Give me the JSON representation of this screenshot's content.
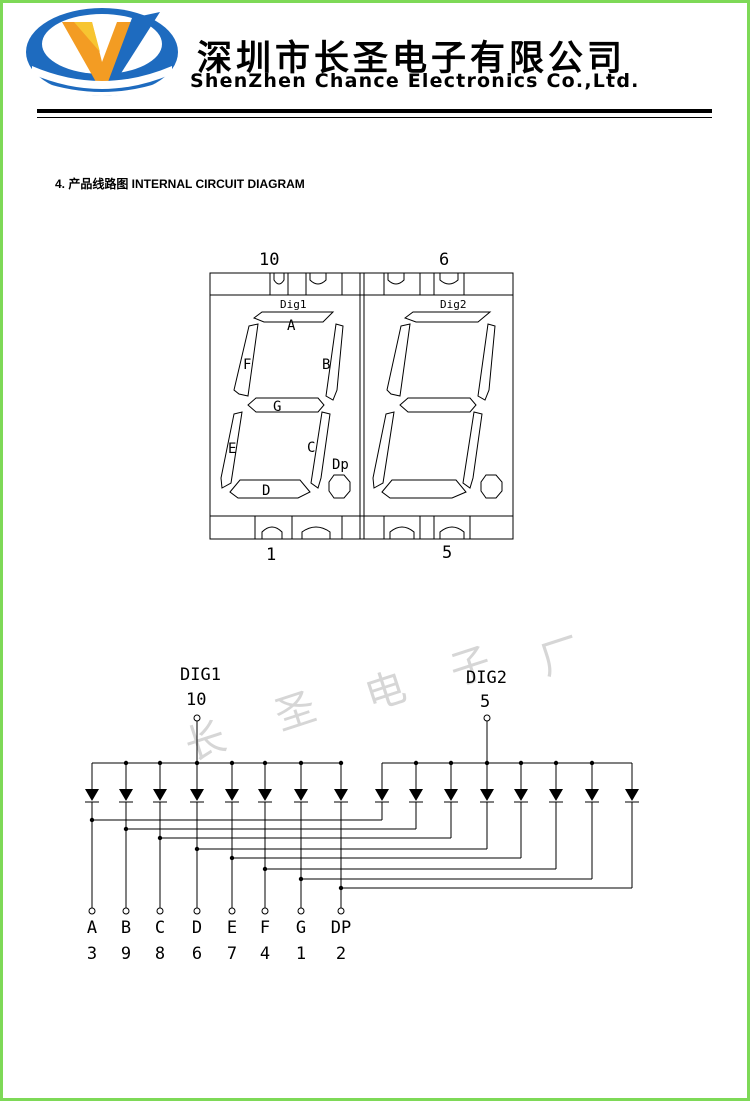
{
  "header": {
    "company_cn": "深圳市长圣电子有限公司",
    "company_en": "ShenZhen Chance Electronics Co.,Ltd.",
    "logo_colors": {
      "blue": "#1e6bbf",
      "orange": "#f39c23",
      "yellow": "#f7c531"
    }
  },
  "section_title": "4. 产品线路图 INTERNAL CIRCUIT DIAGRAM",
  "package": {
    "pin_top_left": "10",
    "pin_top_right": "6",
    "pin_bottom_left": "1",
    "pin_bottom_right": "5",
    "digit1_label": "Dig1",
    "digit2_label": "Dig2",
    "segments": {
      "a": "A",
      "b": "B",
      "c": "C",
      "d": "D",
      "e": "E",
      "f": "F",
      "g": "G",
      "dp": "Dp"
    }
  },
  "schematic": {
    "dig1_name": "DIG1",
    "dig1_pin": "10",
    "dig2_name": "DIG2",
    "dig2_pin": "5",
    "outputs": [
      {
        "name": "A",
        "pin": "3"
      },
      {
        "name": "B",
        "pin": "9"
      },
      {
        "name": "C",
        "pin": "8"
      },
      {
        "name": "D",
        "pin": "6"
      },
      {
        "name": "E",
        "pin": "7"
      },
      {
        "name": "F",
        "pin": "4"
      },
      {
        "name": "G",
        "pin": "1"
      },
      {
        "name": "DP",
        "pin": "2"
      }
    ]
  },
  "watermark": [
    "长",
    "圣",
    "电",
    "子",
    "厂"
  ]
}
